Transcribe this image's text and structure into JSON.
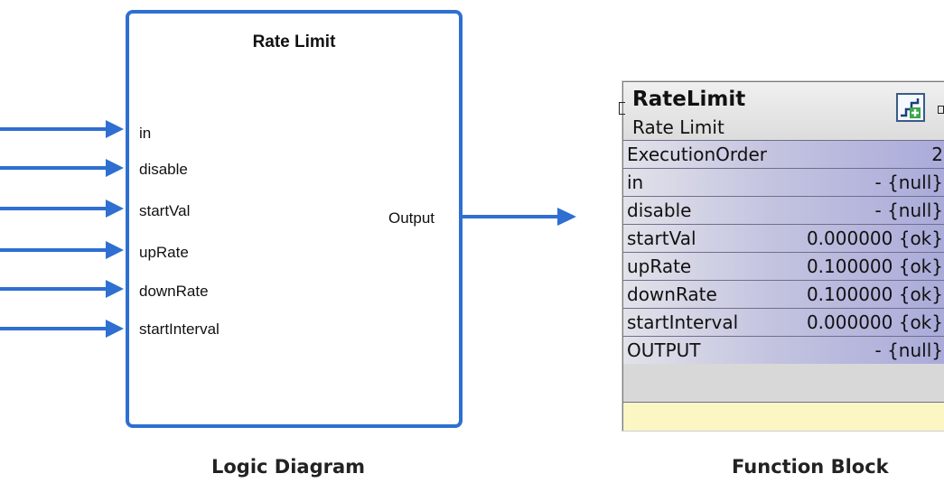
{
  "logic_diagram": {
    "title": "Rate Limit",
    "inputs": [
      "in",
      "disable",
      "startVal",
      "upRate",
      "downRate",
      "startInterval"
    ],
    "output": "Output",
    "caption": "Logic Diagram",
    "accent_color": "#2e6fd1"
  },
  "function_block": {
    "name": "RateLimit",
    "subtitle": "Rate Limit",
    "icon": "rate-limit-stair-add-icon",
    "rows": [
      {
        "label": "ExecutionOrder",
        "value": "2"
      },
      {
        "label": "in",
        "value": "- {null}"
      },
      {
        "label": "disable",
        "value": "- {null}"
      },
      {
        "label": "startVal",
        "value": "0.000000 {ok}"
      },
      {
        "label": "upRate",
        "value": "0.100000 {ok}"
      },
      {
        "label": "downRate",
        "value": "0.100000 {ok}"
      },
      {
        "label": "startInterval",
        "value": "0.000000 {ok}"
      },
      {
        "label": "OUTPUT",
        "value": "- {null}"
      }
    ],
    "caption": "Function Block"
  }
}
